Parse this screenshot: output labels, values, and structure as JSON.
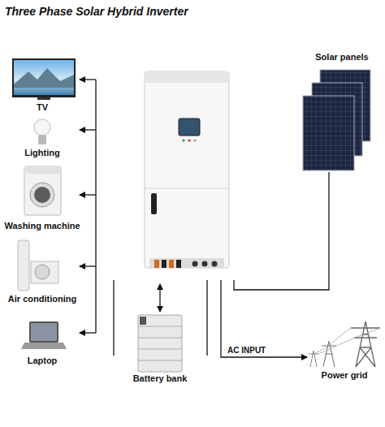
{
  "diagram": {
    "title": "Three Phase Solar Hybrid Inverter",
    "nodes": [
      {
        "text": [
          "TV"
        ]
      },
      {
        "text": [
          "Lighting"
        ]
      },
      {
        "text": [
          "Washing machine"
        ]
      },
      {
        "text": [
          "Air conditioning"
        ]
      },
      {
        "text": [
          "Laptop"
        ]
      },
      {
        "text": [
          "Battery bank"
        ]
      },
      {
        "text": [
          "Power grid"
        ]
      },
      {
        "text": [
          "Solar panels"
        ]
      }
    ],
    "labels": [
      "AC INPUT"
    ]
  }
}
